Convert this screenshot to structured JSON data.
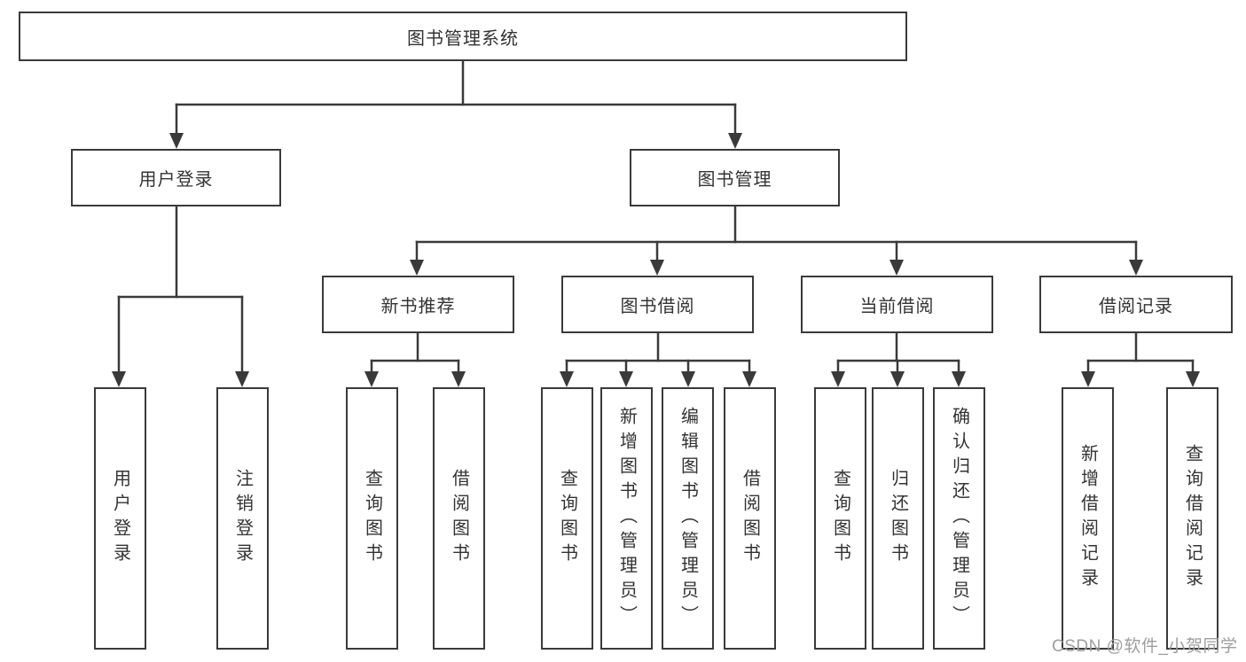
{
  "diagram": {
    "type": "tree",
    "root": {
      "label": "图书管理系统",
      "children": [
        {
          "label": "用户登录",
          "children": [
            {
              "label": "用户登录"
            },
            {
              "label": "注销登录"
            }
          ]
        },
        {
          "label": "图书管理",
          "children": [
            {
              "label": "新书推荐",
              "children": [
                {
                  "label": "查询图书"
                },
                {
                  "label": "借阅图书"
                }
              ]
            },
            {
              "label": "图书借阅",
              "children": [
                {
                  "label": "查询图书"
                },
                {
                  "label": "新增图书（管理员）"
                },
                {
                  "label": "编辑图书（管理员）"
                },
                {
                  "label": "借阅图书"
                }
              ]
            },
            {
              "label": "当前借阅",
              "children": [
                {
                  "label": "查询图书"
                },
                {
                  "label": "归还图书"
                },
                {
                  "label": "确认归还（管理员）"
                }
              ]
            },
            {
              "label": "借阅记录",
              "children": [
                {
                  "label": "新增借阅记录"
                },
                {
                  "label": "查询借阅记录"
                }
              ]
            }
          ]
        }
      ]
    },
    "watermark": "CSDN @软件_小贺同学",
    "colors": {
      "line": "#3a3a3a",
      "text": "#333333",
      "node_fill": "#ffffff",
      "background": "#ffffff",
      "watermark": "#9e9e9e"
    }
  }
}
